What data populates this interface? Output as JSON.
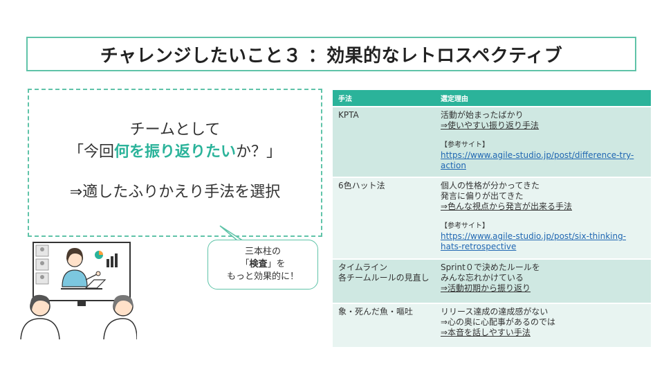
{
  "title": "チャレンジしたいこと３ ：効果的なレトロスペクティブ",
  "left": {
    "line1": "チームとして",
    "line2_pre": "「今回",
    "line2_highlight": "何を振り返りたい",
    "line2_post": "か？」",
    "line3": "⇒適したふりかえり手法を選択"
  },
  "bubble": {
    "line1": "三本柱の",
    "line2_pre": "「",
    "line2_bold": "検査",
    "line2_post": "」を",
    "line3": "もっと効果的に！"
  },
  "table": {
    "headers": [
      "手法",
      "選定理由"
    ],
    "rows": [
      {
        "method": "KPTA",
        "reason1": "活動が始まったばかり",
        "reason2": "⇒使いやすい振り返り手法",
        "ref_label": "【参考サイト】",
        "ref_url": "https://www.agile-studio.jp/post/difference-try-action"
      },
      {
        "method": "6色ハット法",
        "reason1": "個人の性格が分かってきた",
        "reason1b": "発言に偏りが出てきた",
        "reason2": "⇒色んな視点から発言が出来る手法",
        "ref_label": "【参考サイト】",
        "ref_url": "https://www.agile-studio.jp/post/six-thinking-hats-retrospective"
      },
      {
        "method1": "タイムライン",
        "method2": "各チームルールの見直し",
        "reason1": "Sprint０で決めたルールを",
        "reason1b": "みんな忘れかけている",
        "reason2": "⇒活動初期から振り返り"
      },
      {
        "method": "象・死んだ魚・嘔吐",
        "reason1": "リリース達成の達成感がない",
        "reason1b": "⇒心の奥に心配事があるのでは",
        "reason2": "⇒本音を話しやすい手法"
      }
    ]
  },
  "colors": {
    "accent": "#2bb39a",
    "border": "#5fc3a8",
    "row_dark": "#cfe8e2",
    "row_light": "#e8f4f1",
    "link": "#1f66b2"
  }
}
